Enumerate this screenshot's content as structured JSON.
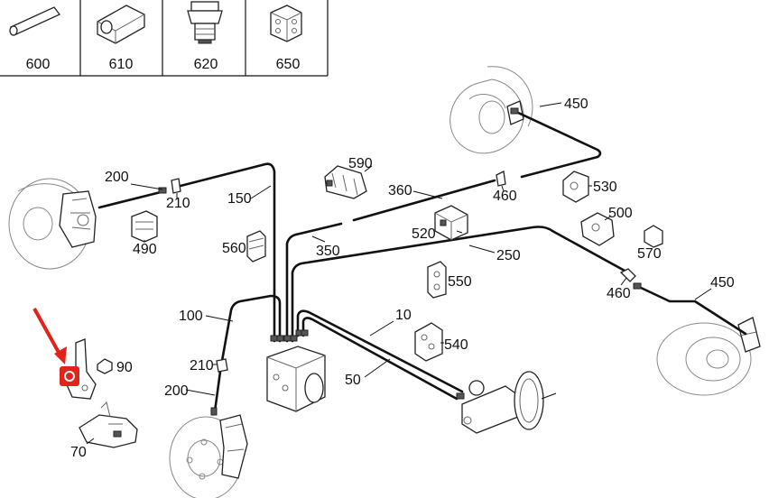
{
  "header_parts": [
    {
      "id": "600",
      "icon": "tube-icon"
    },
    {
      "id": "610",
      "icon": "union-nut-icon"
    },
    {
      "id": "620",
      "icon": "fitting-icon"
    },
    {
      "id": "650",
      "icon": "connector-block-icon"
    }
  ],
  "callouts": {
    "c450a": "450",
    "c450b": "450",
    "c590": "590",
    "c360": "360",
    "c460a": "460",
    "c530": "530",
    "c200a": "200",
    "c210a": "210",
    "c150": "150",
    "c490": "490",
    "c560": "560",
    "c350": "350",
    "c520": "520",
    "c500": "500",
    "c570": "570",
    "c250": "250",
    "c550": "550",
    "c460b": "460",
    "c100": "100",
    "c10": "10",
    "c540": "540",
    "c90": "90",
    "c210b": "210",
    "c200b": "200",
    "c50": "50",
    "c70": "70"
  },
  "highlight": {
    "color": "#e2231a",
    "target": "bracket-part"
  }
}
